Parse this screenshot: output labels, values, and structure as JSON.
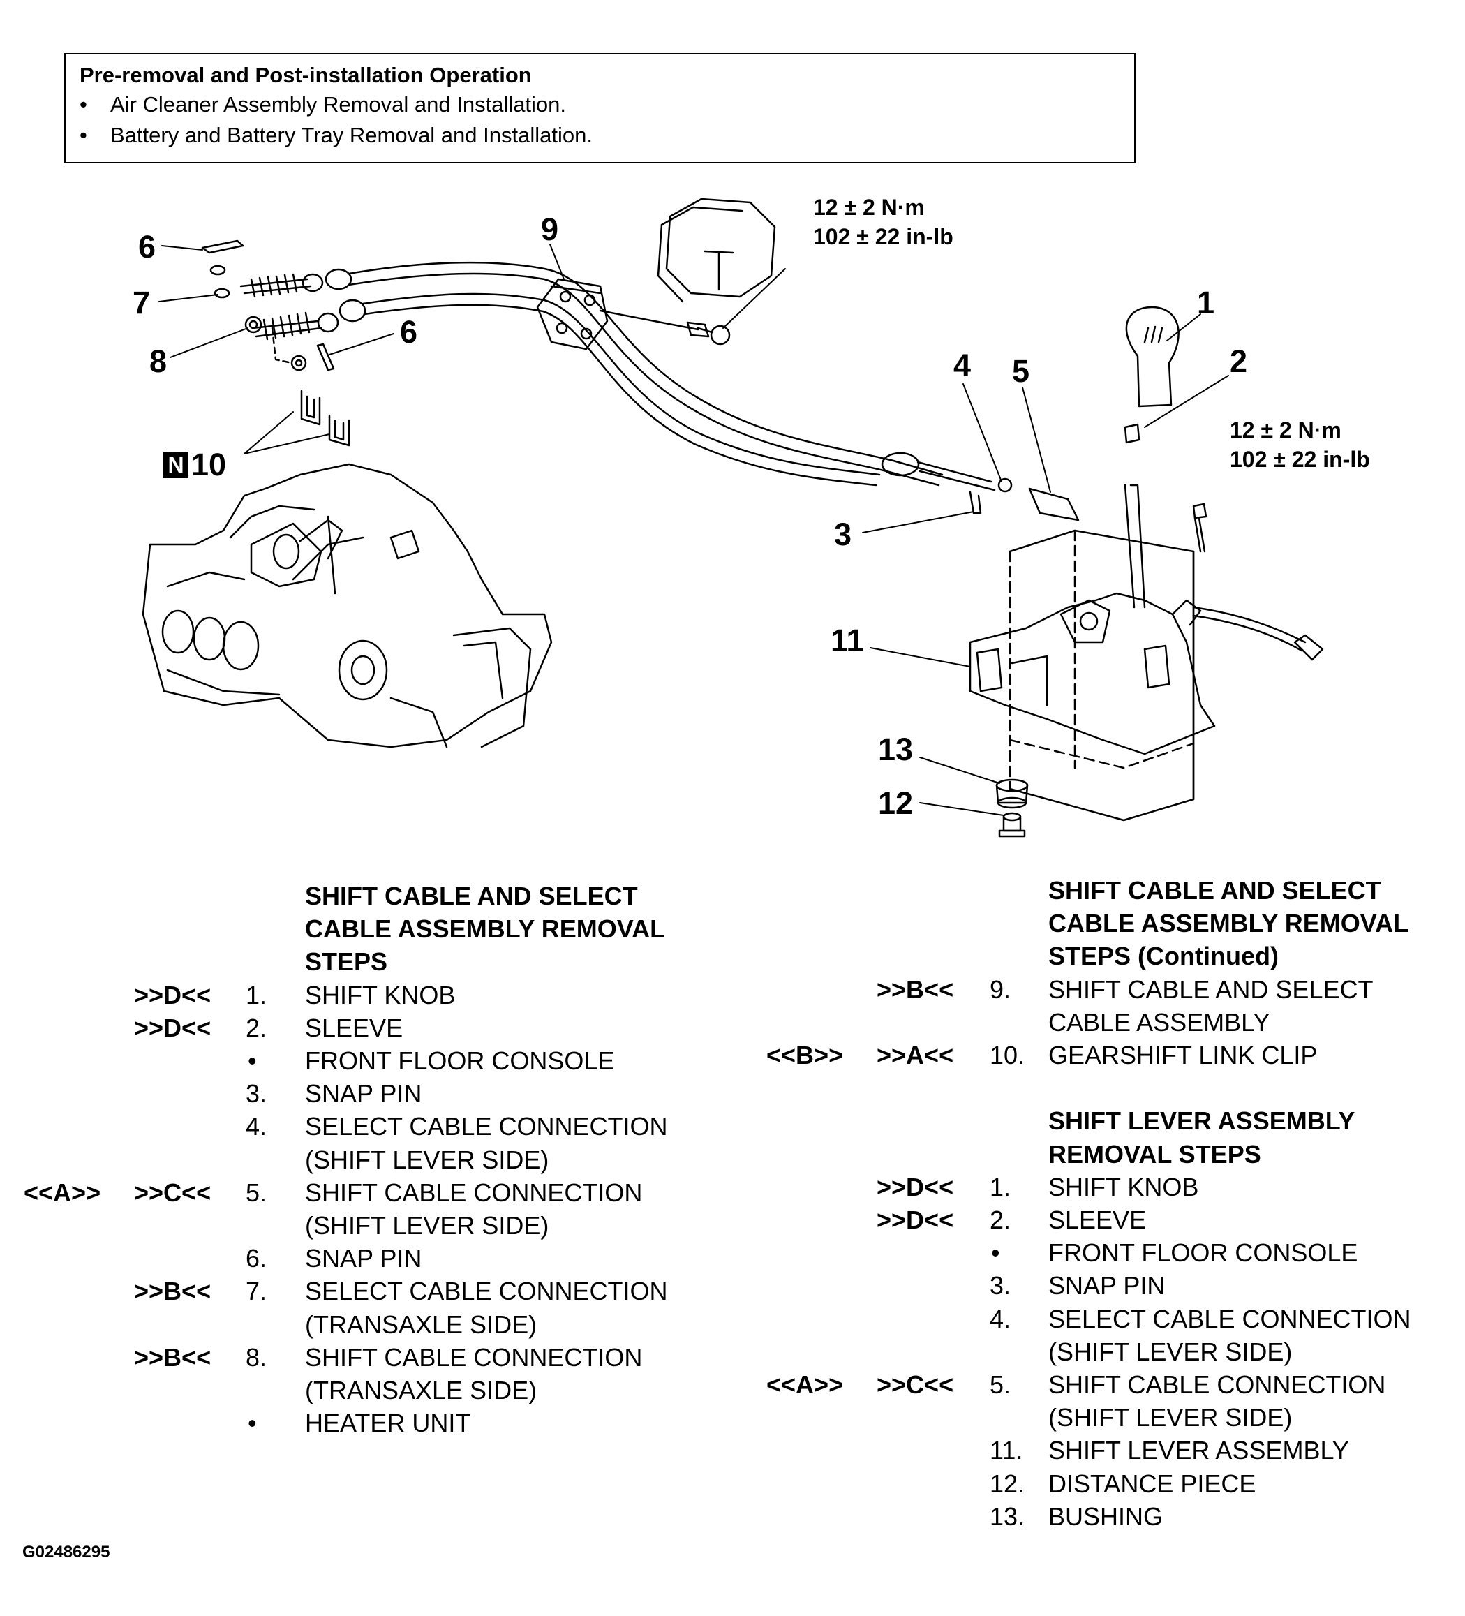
{
  "pre_box": {
    "title": "Pre-removal and Post-installation Operation",
    "items": [
      "Air Cleaner Assembly Removal and Installation.",
      "Battery and Battery Tray Removal and Installation."
    ],
    "bullet": "•"
  },
  "callouts": {
    "c1": "1",
    "c2": "2",
    "c3": "3",
    "c4": "4",
    "c5": "5",
    "c6a": "6",
    "c6b": "6",
    "c7": "7",
    "c8": "8",
    "c9": "9",
    "c10": "10",
    "c10_tag": "N",
    "c11": "11",
    "c12": "12",
    "c13": "13"
  },
  "torque_top": {
    "line1": "12 ± 2 N·m",
    "line2": "102 ± 22 in-lb"
  },
  "torque_right": {
    "line1": "12 ± 2 N·m",
    "line2": "102 ± 22 in-lb"
  },
  "left_steps": {
    "heading": [
      "SHIFT CABLE AND SELECT",
      "CABLE ASSEMBLY REMOVAL",
      "STEPS"
    ],
    "rows": [
      {
        "service": "",
        "mark": ">>D<<",
        "num": "1.",
        "lines": [
          "SHIFT KNOB"
        ]
      },
      {
        "service": "",
        "mark": ">>D<<",
        "num": "2.",
        "lines": [
          "SLEEVE"
        ]
      },
      {
        "service": "",
        "mark": "",
        "num": "•",
        "lines": [
          "FRONT FLOOR CONSOLE"
        ]
      },
      {
        "service": "",
        "mark": "",
        "num": "3.",
        "lines": [
          "SNAP PIN"
        ]
      },
      {
        "service": "",
        "mark": "",
        "num": "4.",
        "lines": [
          "SELECT CABLE CONNECTION",
          "(SHIFT LEVER SIDE)"
        ]
      },
      {
        "service": "<<A>>",
        "mark": ">>C<<",
        "num": "5.",
        "lines": [
          "SHIFT CABLE CONNECTION",
          "(SHIFT LEVER SIDE)"
        ]
      },
      {
        "service": "",
        "mark": "",
        "num": "6.",
        "lines": [
          "SNAP PIN"
        ]
      },
      {
        "service": "",
        "mark": ">>B<<",
        "num": "7.",
        "lines": [
          "SELECT CABLE CONNECTION",
          "(TRANSAXLE SIDE)"
        ]
      },
      {
        "service": "",
        "mark": ">>B<<",
        "num": "8.",
        "lines": [
          "SHIFT CABLE CONNECTION",
          "(TRANSAXLE SIDE)"
        ]
      },
      {
        "service": "",
        "mark": "",
        "num": "•",
        "lines": [
          "HEATER UNIT"
        ]
      }
    ]
  },
  "right_steps": {
    "heading": [
      "SHIFT CABLE AND SELECT",
      "CABLE ASSEMBLY REMOVAL",
      "STEPS (Continued)"
    ],
    "rows": [
      {
        "service": "",
        "mark": ">>B<<",
        "num": "9.",
        "lines": [
          "SHIFT CABLE AND SELECT",
          "CABLE ASSEMBLY"
        ]
      },
      {
        "service": "<<B>>",
        "mark": ">>A<<",
        "num": "10.",
        "lines": [
          "GEARSHIFT LINK CLIP"
        ]
      }
    ],
    "heading2": [
      "SHIFT LEVER ASSEMBLY",
      "REMOVAL STEPS"
    ],
    "rows2": [
      {
        "service": "",
        "mark": ">>D<<",
        "num": "1.",
        "lines": [
          "SHIFT KNOB"
        ]
      },
      {
        "service": "",
        "mark": ">>D<<",
        "num": "2.",
        "lines": [
          "SLEEVE"
        ]
      },
      {
        "service": "",
        "mark": "",
        "num": "•",
        "lines": [
          "FRONT FLOOR CONSOLE"
        ]
      },
      {
        "service": "",
        "mark": "",
        "num": "3.",
        "lines": [
          "SNAP PIN"
        ]
      },
      {
        "service": "",
        "mark": "",
        "num": "4.",
        "lines": [
          "SELECT CABLE CONNECTION",
          "(SHIFT LEVER SIDE)"
        ]
      },
      {
        "service": "<<A>>",
        "mark": ">>C<<",
        "num": "5.",
        "lines": [
          "SHIFT CABLE CONNECTION",
          "(SHIFT LEVER SIDE)"
        ]
      },
      {
        "service": "",
        "mark": "",
        "num": "11.",
        "lines": [
          "SHIFT LEVER ASSEMBLY"
        ]
      },
      {
        "service": "",
        "mark": "",
        "num": "12.",
        "lines": [
          "DISTANCE PIECE"
        ]
      },
      {
        "service": "",
        "mark": "",
        "num": "13.",
        "lines": [
          "BUSHING"
        ]
      }
    ]
  },
  "figure_id": "G02486295"
}
